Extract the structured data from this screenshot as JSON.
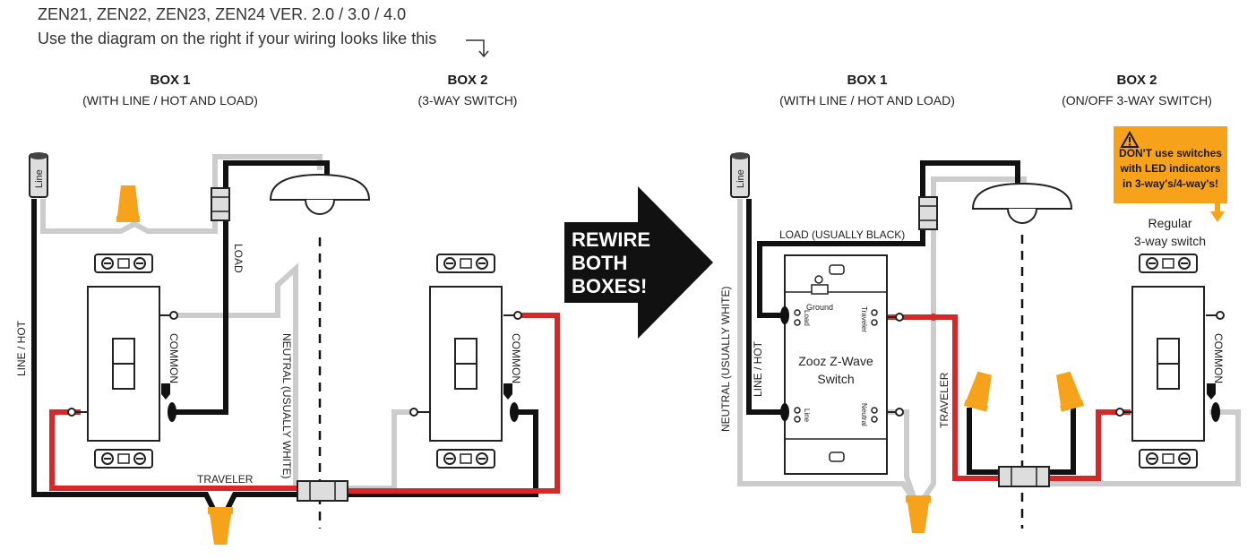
{
  "header": {
    "line1": "ZEN21, ZEN22, ZEN23, ZEN24 VER. 2.0 / 3.0 / 4.0",
    "line2": "Use the diagram on the right if your wiring looks like this"
  },
  "left": {
    "box1": {
      "title": "BOX 1",
      "subtitle": "(WITH LINE / HOT AND LOAD)"
    },
    "box2": {
      "title": "BOX 2",
      "subtitle": "(3-WAY SWITCH)"
    },
    "labels": {
      "line_cap": "Line",
      "line_hot": "LINE / HOT",
      "load": "LOAD",
      "common1": "COMMON",
      "common2": "COMMON",
      "neutral": "NEUTRAL (USUALLY WHITE)",
      "traveler": "TRAVELER"
    }
  },
  "arrow": {
    "text_lines": [
      "REWIRE",
      "BOTH",
      "BOXES!"
    ]
  },
  "right": {
    "box1": {
      "title": "BOX 1",
      "subtitle": "(WITH LINE / HOT AND LOAD)"
    },
    "box2": {
      "title": "BOX 2",
      "subtitle": "(ON/OFF 3-WAY SWITCH)"
    },
    "labels": {
      "line_cap": "Line",
      "neutral": "NEUTRAL (USUALLY WHITE)",
      "line_hot": "LINE / HOT",
      "load": "LOAD (USUALLY BLACK)",
      "traveler": "TRAVELER",
      "common": "COMMON",
      "switch_ground": "Ground",
      "switch_load": "Load",
      "switch_traveler": "Traveler",
      "switch_line": "Line",
      "switch_neutral": "Neutral",
      "switch_name_1": "Zooz Z-Wave",
      "switch_name_2": "Switch",
      "regular_1": "Regular",
      "regular_2": "3-way switch"
    },
    "warning": {
      "lines": [
        "DON'T use switches",
        "with LED indicators",
        "in 3-way's/4-way's!"
      ],
      "color": "#f7a21b"
    }
  },
  "colors": {
    "black_wire": "#111111",
    "red_wire": "#d62828",
    "white_wire": "#cccccc",
    "wire_nut": "#f7a21b"
  }
}
